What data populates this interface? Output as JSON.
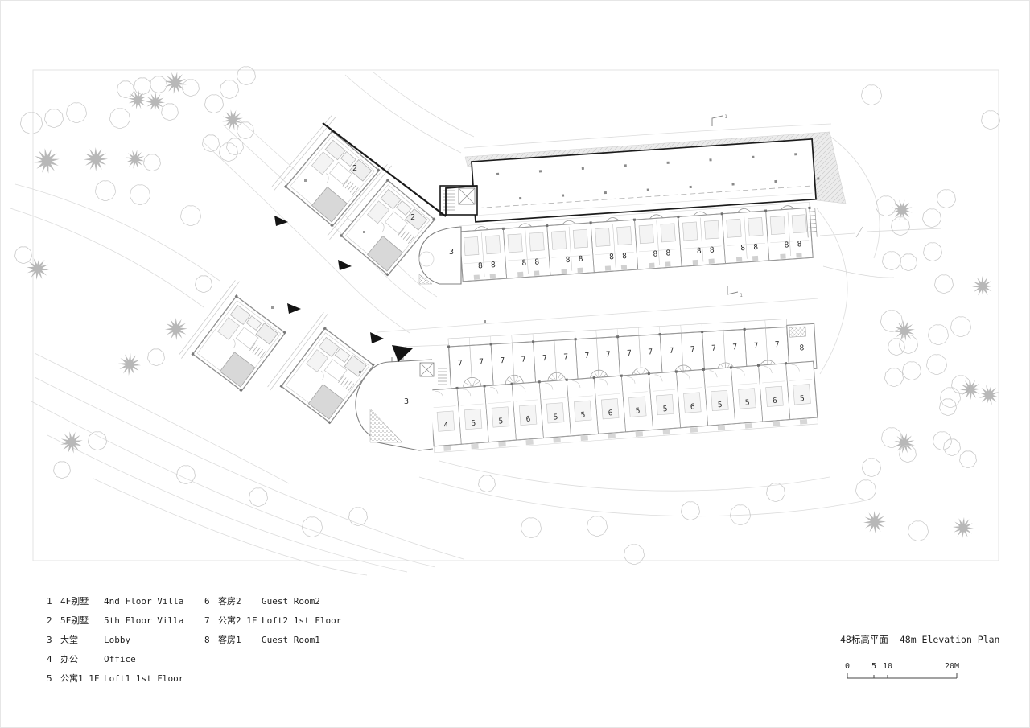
{
  "drawing": {
    "title_zh": "48标高平面",
    "title_en": "48m Elevation Plan",
    "scale_labels": [
      "0",
      "5",
      "10",
      "20M"
    ],
    "section_marker_top": "1",
    "section_marker_bottom": "1",
    "colors": {
      "ink": "#1b1b1b",
      "wall_gray": "#8f8f8f",
      "light_gray": "#c9c9c9",
      "pool_gray": "#d8d8d8"
    }
  },
  "legend": {
    "column1": [
      {
        "num": "1",
        "zh": "4F别墅",
        "en": "4nd Floor Villa"
      },
      {
        "num": "2",
        "zh": "5F别墅",
        "en": "5th Floor Villa"
      },
      {
        "num": "3",
        "zh": "大堂",
        "en": "Lobby"
      },
      {
        "num": "4",
        "zh": "办公",
        "en": "Office"
      },
      {
        "num": "5",
        "zh": "公寓1 1F",
        "en": "Loft1 1st Floor"
      }
    ],
    "column2": [
      {
        "num": "6",
        "zh": "客房2",
        "en": "Guest Room2"
      },
      {
        "num": "7",
        "zh": "公寓2 1F",
        "en": "Loft2 1st Floor"
      },
      {
        "num": "8",
        "zh": "客房1",
        "en": "Guest Room1"
      }
    ]
  },
  "plan": {
    "villa_labels": [
      "2",
      "2"
    ],
    "upper_lobby_label": "3",
    "lower_lobby_label": "3",
    "guest_room1": {
      "units": 8,
      "room_label": "8"
    },
    "loft2": {
      "label_count": 16,
      "room_label": "7",
      "east_room_label": "8"
    },
    "loft1_row_labels": [
      "4",
      "5",
      "5",
      "6",
      "5",
      "5",
      "6",
      "5",
      "5",
      "6",
      "5",
      "5",
      "6",
      "5"
    ]
  }
}
